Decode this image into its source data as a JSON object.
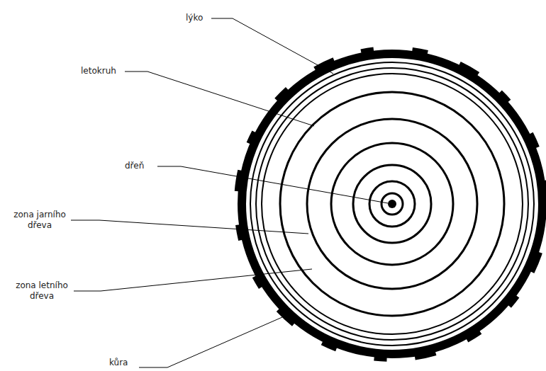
{
  "diagram": {
    "labels": [
      "lýko",
      "letokruh",
      "dřeň",
      "zona jarního dřeva",
      "zona letního dřeva",
      "kůra"
    ]
  }
}
